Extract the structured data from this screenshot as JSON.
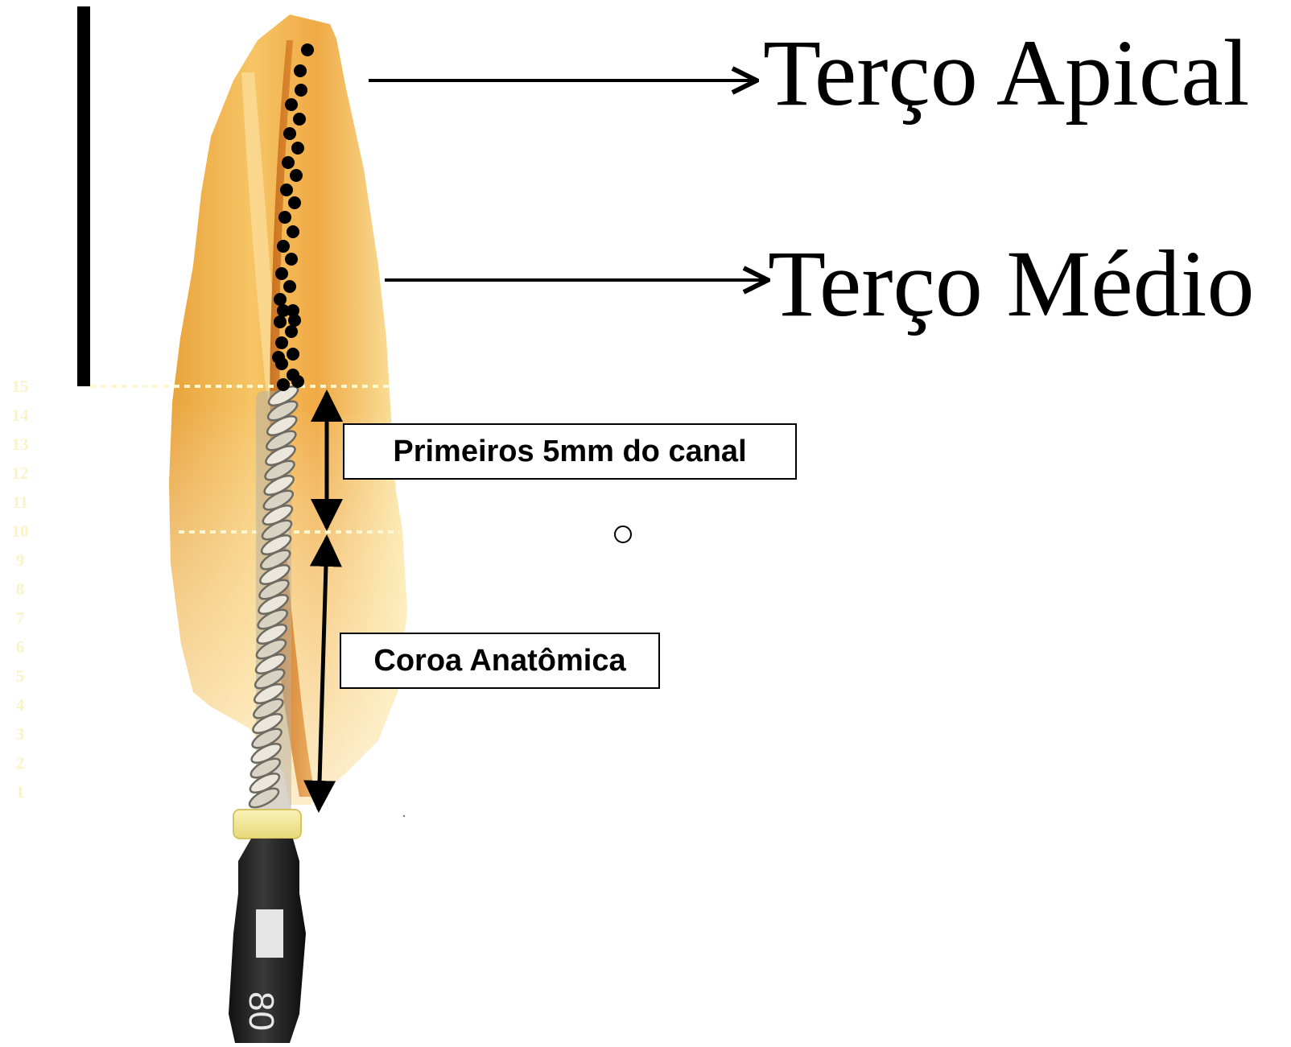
{
  "labels": {
    "terco_apical": "Terço Apical",
    "terco_medio": "Terço Médio",
    "primeiros_5mm": "Primeiros 5mm do canal",
    "coroa_anatomica": "Coroa Anatômica"
  },
  "file": {
    "size_marking": "80"
  },
  "ruler": {
    "numbers": [
      "15",
      "14",
      "13",
      "12",
      "11",
      "10",
      "9",
      "8",
      "7",
      "6",
      "5",
      "4",
      "3",
      "2",
      "1"
    ]
  },
  "colors": {
    "tooth_light": "#fbe9ad",
    "tooth_mid": "#f3b64c",
    "tooth_dark": "#d07b1a",
    "canal": "#b95d10",
    "stopper": "#f4ea9a",
    "handle": "#1f1f1f",
    "guide_line": "#fff7d0"
  }
}
